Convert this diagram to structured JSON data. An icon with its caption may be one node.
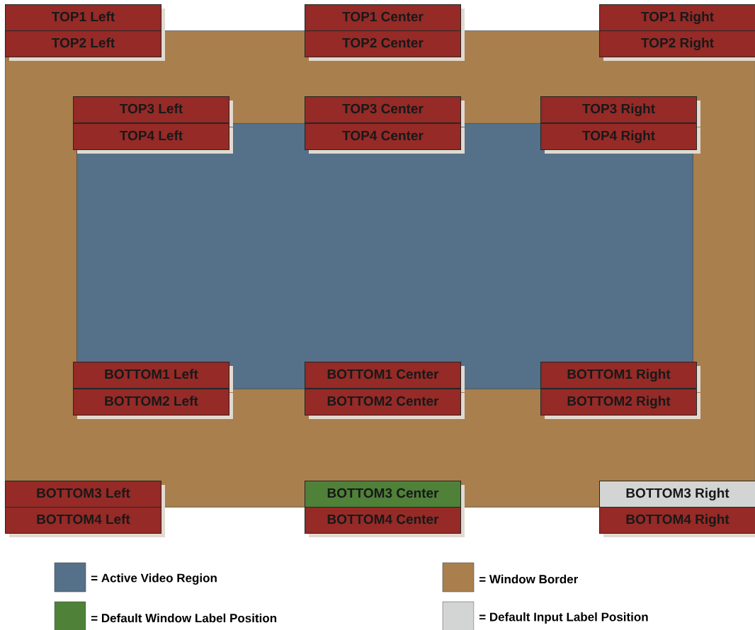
{
  "diagram": {
    "nodes": [
      {
        "text": [],
        "shape": "box"
      },
      {
        "text": [],
        "shape": "box",
        "in": 0
      },
      {
        "text": [
          "TOP1 Left"
        ]
      },
      {
        "text": [
          "TOP1 Center"
        ]
      },
      {
        "text": [
          "TOP1 Right"
        ]
      },
      {
        "text": [
          "TOP2 Left"
        ],
        "in": 0
      },
      {
        "text": [
          "TOP2 Center"
        ],
        "in": 0
      },
      {
        "text": [
          "TOP2 Right"
        ],
        "in": 0
      },
      {
        "text": [
          "TOP3 Left"
        ],
        "in": 0
      },
      {
        "text": [
          "TOP3 Center"
        ],
        "in": 0
      },
      {
        "text": [
          "TOP3 Right"
        ],
        "in": 0
      },
      {
        "text": [
          "TOP4 Left"
        ],
        "in": 1
      },
      {
        "text": [
          "TOP4 Center"
        ],
        "in": 1
      },
      {
        "text": [
          "TOP4 Right"
        ],
        "in": 1
      },
      {
        "text": [
          "BOTTOM1 Left"
        ],
        "in": 1
      },
      {
        "text": [
          "BOTTOM1 Center"
        ],
        "in": 1
      },
      {
        "text": [
          "BOTTOM1 Right"
        ],
        "in": 1
      },
      {
        "text": [
          "BOTTOM2 Left"
        ],
        "in": 0
      },
      {
        "text": [
          "BOTTOM2 Center"
        ],
        "in": 0
      },
      {
        "text": [
          "BOTTOM2 Right"
        ],
        "in": 0
      },
      {
        "text": [
          "BOTTOM3 Left"
        ],
        "in": 0
      },
      {
        "text": [
          "BOTTOM3 Center"
        ],
        "in": 0
      },
      {
        "text": [
          "BOTTOM3 Right"
        ],
        "in": 0
      },
      {
        "text": [
          "BOTTOM4 Left"
        ]
      },
      {
        "text": [
          "BOTTOM4 Center"
        ]
      },
      {
        "text": [
          "BOTTOM4 Right"
        ]
      }
    ],
    "legend": [
      {
        "text": "= Active Video Region",
        "color": "#557089"
      },
      {
        "text": "= Window Border",
        "color": "#a97f4d"
      },
      {
        "text": "= Default Window Label Position",
        "color": "#4f8139"
      },
      {
        "text": "= Default Input Label Position",
        "color": "#d3d5d4"
      }
    ]
  }
}
